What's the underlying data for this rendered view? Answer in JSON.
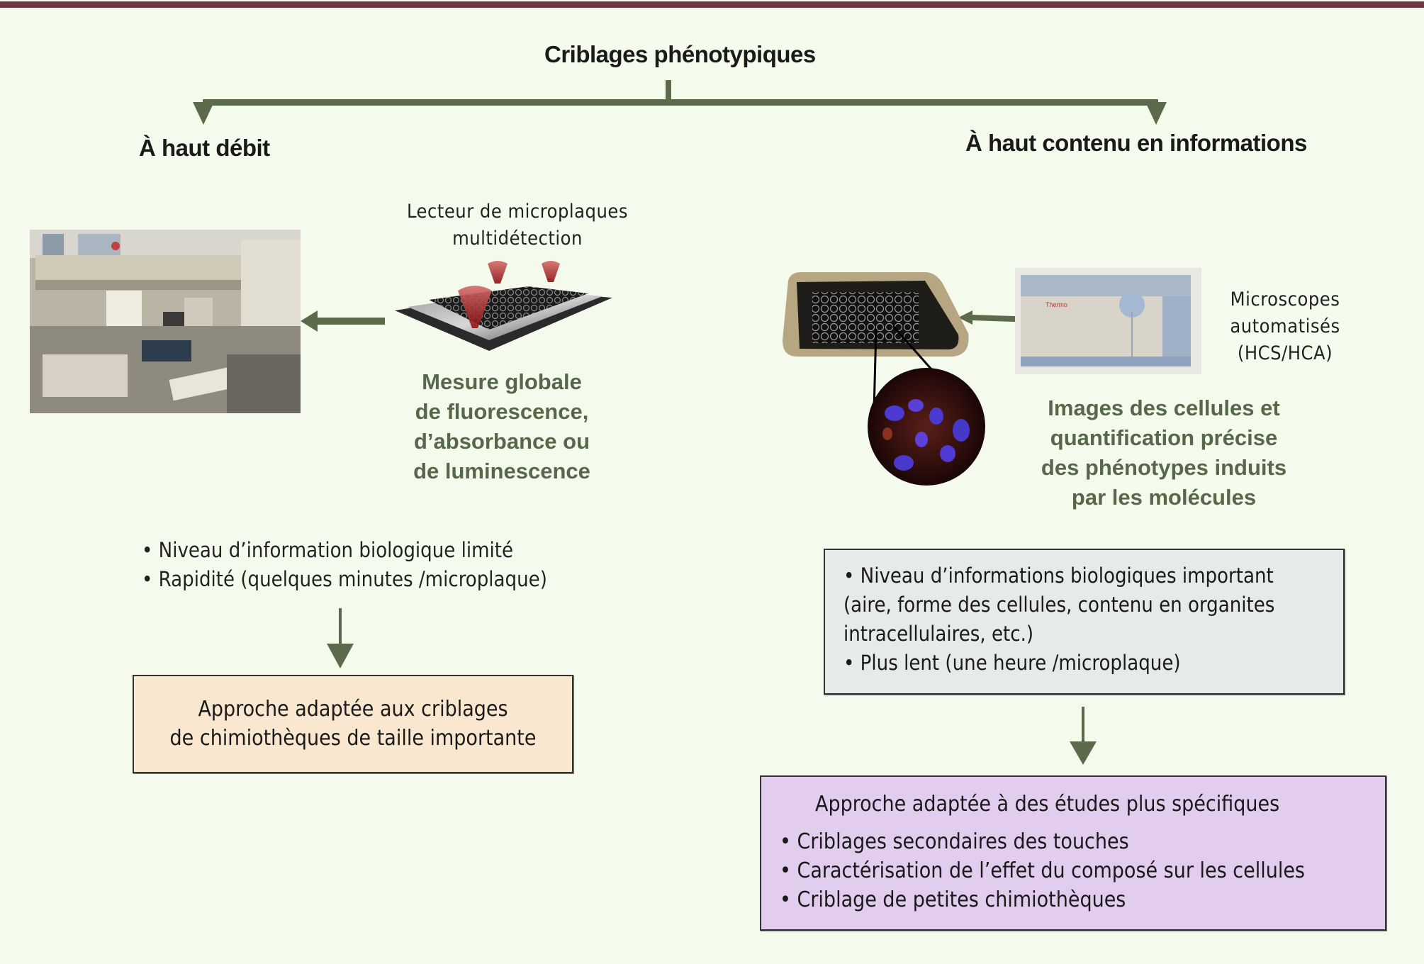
{
  "diagram": {
    "title": "Criblages phénotypiques",
    "colors": {
      "top_bar": "#6e3640",
      "background": "#f4fbec",
      "arrow_green": "#5b6a4a",
      "left_box_fill": "#f9e7d0",
      "grey_box_fill": "#e6ebe8",
      "purple_box_fill": "#e3cdee"
    },
    "left_branch": {
      "heading": "À haut débit",
      "device_label_line1": "Lecteur de microplaques",
      "device_label_line2": "multidétection",
      "measure_lines": [
        "Mesure globale",
        "de fluorescence,",
        "d’absorbance ou",
        "de luminescence"
      ],
      "bullets": [
        "• Niveau d’information biologique limité",
        "• Rapidité (quelques minutes /microplaque)"
      ],
      "outcome_lines": [
        "Approche adaptée aux criblages",
        "de chimiothèques de taille importante"
      ],
      "images": [
        "robotic-screening-platform-photo",
        "microplate-reader-illustration"
      ]
    },
    "right_branch": {
      "heading": "À haut contenu en informations",
      "device_label_lines": [
        "Microscopes",
        "automatisés",
        "(HCS/HCA)"
      ],
      "microscope_brand": "Thermo",
      "image_lines": [
        "Images des cellules et",
        "quantification précise",
        "des phénotypes induits",
        "par les molécules"
      ],
      "info_lines": [
        "• Niveau d’informations biologiques important",
        "(aire, forme des cellules, contenu en organites",
        "intracellulaires, etc.)",
        "• Plus lent (une heure /microplaque)"
      ],
      "outcome_heading": "Approche adaptée à des études plus  spécifiques",
      "outcome_bullets": [
        "• Criblages secondaires des touches",
        "• Caractérisation de l’effet du composé sur les cellules",
        "• Criblage de petites chimiothèques"
      ],
      "images": [
        "microplate-tray-photo",
        "automated-microscope-photo",
        "fluorescent-cells-micrograph"
      ]
    }
  }
}
